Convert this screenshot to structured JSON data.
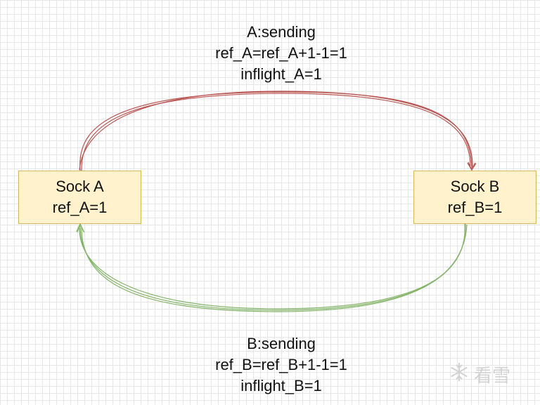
{
  "nodes": {
    "sock_a": {
      "title": "Sock A",
      "ref": "ref_A=1"
    },
    "sock_b": {
      "title": "Sock B",
      "ref": "ref_B=1"
    }
  },
  "edges": {
    "a_to_b": {
      "lines": [
        "A:sending",
        "ref_A=ref_A+1-1=1",
        "inflight_A=1"
      ],
      "color": "#b85450"
    },
    "b_to_a": {
      "lines": [
        "B:sending",
        "ref_B=ref_B+1-1=1",
        "inflight_B=1"
      ],
      "color": "#82b366"
    }
  },
  "watermark": {
    "text": "看雪",
    "icon": "snowflake-icon"
  },
  "colors": {
    "node_fill": "#fff2cc",
    "node_border": "#d6b656",
    "grid": "#e6e6e6"
  }
}
